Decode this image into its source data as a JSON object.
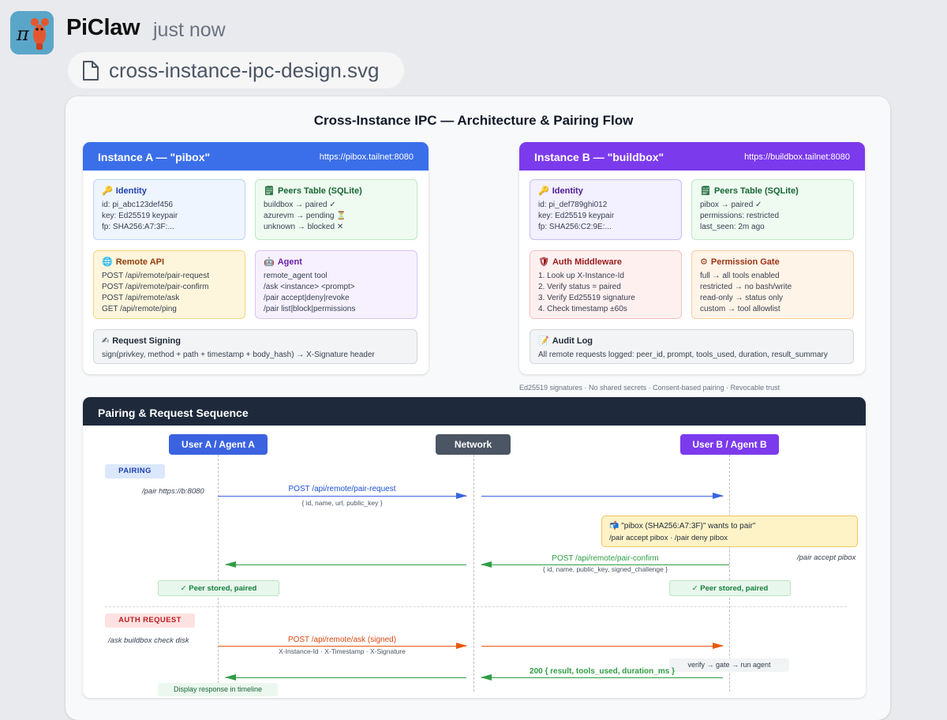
{
  "header": {
    "sender": "PiClaw",
    "time": "just now",
    "attachment_name": "cross-instance-ipc-design.svg",
    "avatar_glyph": "π"
  },
  "diagram": {
    "title": "Cross-Instance IPC — Architecture & Pairing Flow",
    "instance_a": {
      "name": "Instance A — \"pibox\"",
      "url": "https://pibox.tailnet:8080",
      "color": "#3b6fea",
      "identity": {
        "title": "Identity",
        "icon": "🔑",
        "lines": [
          "id: pi_abc123def456",
          "key: Ed25519 keypair",
          "fp: SHA256:A7:3F:..."
        ]
      },
      "peers": {
        "title": "Peers Table (SQLite)",
        "icon": "🗒",
        "lines": [
          "buildbox → paired ✓",
          "azurevm → pending ⏳",
          "unknown → blocked ✕"
        ]
      },
      "remote_api": {
        "title": "Remote API",
        "icon": "🌐",
        "lines": [
          "POST /api/remote/pair-request",
          "POST /api/remote/pair-confirm",
          "POST /api/remote/ask",
          "GET /api/remote/ping"
        ]
      },
      "agent": {
        "title": "Agent",
        "icon": "🤖",
        "lines": [
          "remote_agent tool",
          "/ask <instance> <prompt>",
          "/pair accept|deny|revoke",
          "/pair list|block|permissions"
        ]
      },
      "signing": {
        "title": "Request Signing",
        "icon": "✍",
        "lines": [
          "sign(privkey, method + path + timestamp + body_hash) → X-Signature header"
        ]
      }
    },
    "instance_b": {
      "name": "Instance B — \"buildbox\"",
      "url": "https://buildbox.tailnet:8080",
      "color": "#7c3aed",
      "identity": {
        "title": "Identity",
        "icon": "🔑",
        "lines": [
          "id: pi_def789ghi012",
          "key: Ed25519 keypair",
          "fp: SHA256:C2:9E:..."
        ]
      },
      "peers": {
        "title": "Peers Table (SQLite)",
        "icon": "🗒",
        "lines": [
          "pibox → paired ✓",
          "permissions: restricted",
          "last_seen: 2m ago"
        ]
      },
      "auth": {
        "title": "Auth Middleware",
        "icon": "🛡",
        "lines": [
          "1. Look up X-Instance-Id",
          "2. Verify status = paired",
          "3. Verify Ed25519 signature",
          "4. Check timestamp ±60s"
        ]
      },
      "gate": {
        "title": "Permission Gate",
        "icon": "⚙",
        "lines": [
          "full → all tools enabled",
          "restricted → no bash/write",
          "read-only → status only",
          "custom → tool allowlist"
        ]
      },
      "audit": {
        "title": "Audit Log",
        "icon": "📝",
        "lines": [
          "All remote requests logged: peer_id, prompt, tools_used, duration, result_summary"
        ]
      }
    },
    "caption": "Ed25519 signatures · No shared secrets · Consent-based pairing · Revocable trust",
    "sequence": {
      "title": "Pairing & Request Sequence",
      "actors": {
        "a": "User A / Agent A",
        "net": "Network",
        "b": "User B / Agent B"
      },
      "pairing_label": "PAIRING",
      "pair_cmd": "/pair https://b:8080",
      "pair_request": "POST /api/remote/pair-request",
      "pair_request_body": "{ id, name, url, public_key }",
      "prompt_title": "\"pibox (SHA256:A7:3F)\" wants to pair\"",
      "prompt_icon": "📬",
      "prompt_actions": "/pair accept pibox · /pair deny pibox",
      "pair_accept_cmd": "/pair accept pibox",
      "pair_confirm": "POST /api/remote/pair-confirm",
      "pair_confirm_body": "{ id, name, public_key, signed_challenge }",
      "peer_stored_a": "✓ Peer stored, paired",
      "peer_stored_b": "✓ Peer stored, paired",
      "auth_label": "AUTH REQUEST",
      "ask_cmd": "/ask buildbox check disk",
      "ask_request": "POST /api/remote/ask (signed)",
      "ask_headers": "X-Instance-Id · X-Timestamp · X-Signature",
      "verify_note": "verify → gate → run agent",
      "response": "200 { result, tools_used, duration_ms }",
      "display_note": "Display response in timeline"
    }
  }
}
